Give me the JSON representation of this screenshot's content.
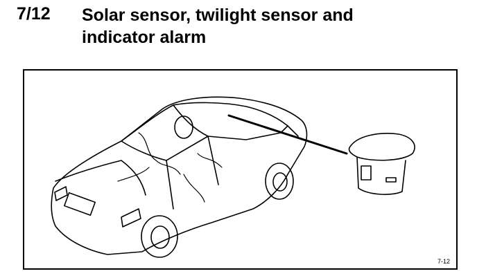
{
  "section": {
    "number": "7/12",
    "title_line1": "Solar sensor, twilight sensor and",
    "title_line2": "indicator alarm"
  },
  "figure": {
    "id_label": "7-12"
  }
}
